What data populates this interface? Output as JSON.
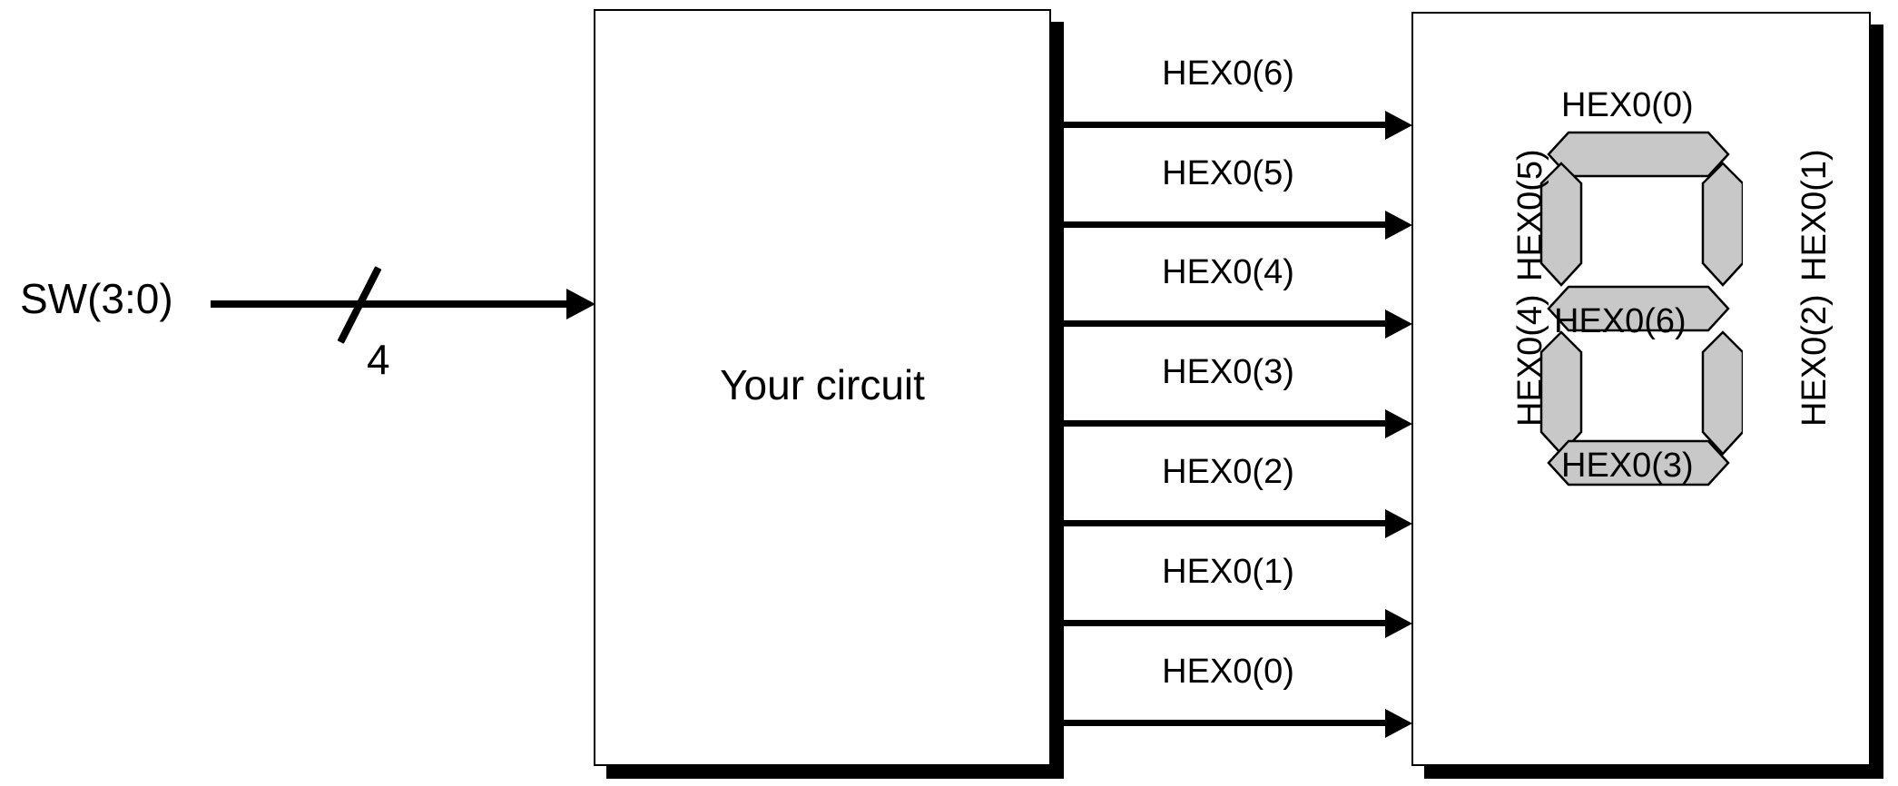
{
  "diagram": {
    "title": "Seven-segment decoder block diagram",
    "input": {
      "signal_label": "SW(3:0)",
      "bus_width_label": "4",
      "bus_slash_icon": "bus-width-slash",
      "arrow_icon": "arrow-right"
    },
    "circuit_block": {
      "label": "Your circuit"
    },
    "outputs": [
      {
        "label": "HEX0(6)"
      },
      {
        "label": "HEX0(5)"
      },
      {
        "label": "HEX0(4)"
      },
      {
        "label": "HEX0(3)"
      },
      {
        "label": "HEX0(2)"
      },
      {
        "label": "HEX0(1)"
      },
      {
        "label": "HEX0(0)"
      }
    ],
    "display_block": {
      "segments": [
        {
          "id": "a",
          "label": "HEX0(0)",
          "position": "top"
        },
        {
          "id": "b",
          "label": "HEX0(1)",
          "position": "top-right"
        },
        {
          "id": "c",
          "label": "HEX0(2)",
          "position": "bottom-right"
        },
        {
          "id": "d",
          "label": "HEX0(3)",
          "position": "bottom"
        },
        {
          "id": "e",
          "label": "HEX0(4)",
          "position": "bottom-left"
        },
        {
          "id": "f",
          "label": "HEX0(5)",
          "position": "top-left"
        },
        {
          "id": "g",
          "label": "HEX0(6)",
          "position": "middle"
        }
      ]
    },
    "colors": {
      "segment_fill": "#c8c8c8",
      "stroke": "#000000",
      "background": "#ffffff"
    }
  }
}
